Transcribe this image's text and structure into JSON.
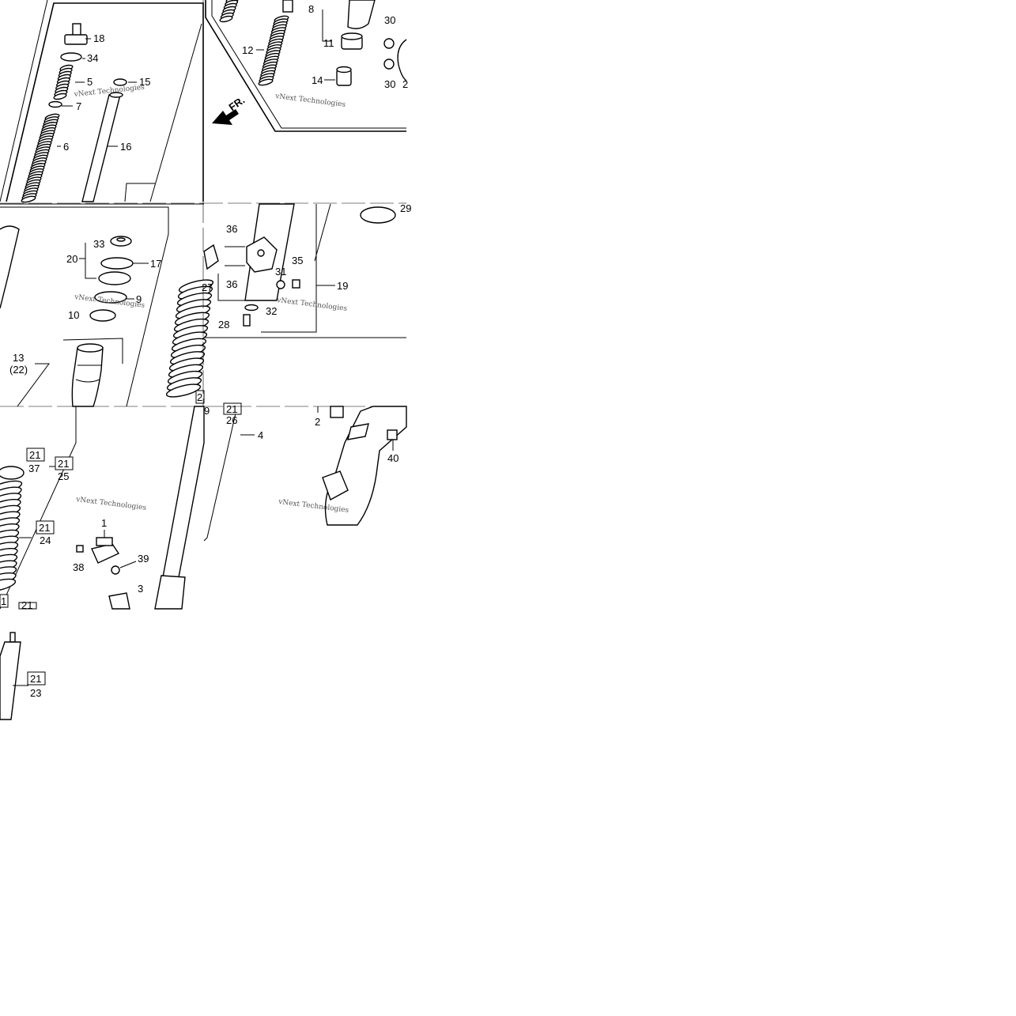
{
  "watermark": "vNext Technologies",
  "arrow_label": "FR.",
  "callouts": {
    "c1": "1",
    "c2": "2",
    "c3": "3",
    "c4": "4",
    "c5": "5",
    "c6": "6",
    "c7": "7",
    "c8": "8",
    "c9": "9",
    "c10": "10",
    "c11": "11",
    "c12": "12",
    "c13": "13",
    "c13b": "(22)",
    "c14": "14",
    "c15": "15",
    "c16": "16",
    "c17": "17",
    "c18": "18",
    "c19": "19",
    "c20": "20",
    "c23": "23",
    "c24": "24",
    "c25": "25",
    "c26": "26",
    "c27": "27",
    "c28": "28",
    "c29": "29",
    "c30a": "30",
    "c30b": "30",
    "c31": "31",
    "c32": "32",
    "c33": "33",
    "c34": "34",
    "c35": "35",
    "c36a": "36",
    "c36b": "36",
    "c37": "37",
    "c38": "38",
    "c39": "39",
    "c40": "40"
  },
  "boxed": {
    "b21_23": "21",
    "b21_24": "21",
    "b21_25": "21",
    "b21_26": "21",
    "b21_37": "21",
    "b21_lower": "21"
  }
}
